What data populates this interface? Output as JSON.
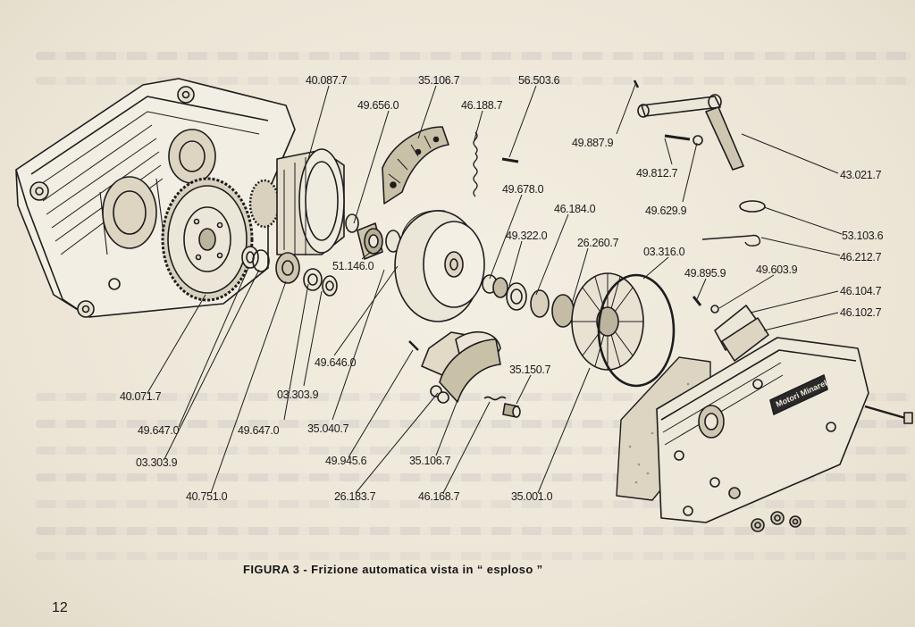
{
  "caption": "FIGURA 3 - Frizione automatica vista in “ esploso ”",
  "page_number": "12",
  "part_labels": [
    "40.087.7",
    "35.106.7",
    "56.503.6",
    "49.656.0",
    "46.188.7",
    "49.887.9",
    "49.812.7",
    "43.021.7",
    "49.678.0",
    "46.184.0",
    "49.629.9",
    "53.103.6",
    "49.322.0",
    "26.260.7",
    "03.316.0",
    "46.212.7",
    "51.146.0",
    "49.895.9",
    "49.603.9",
    "46.104.7",
    "46.102.7",
    "49.646.0",
    "35.150.7",
    "40.071.7",
    "03.303.9",
    "35.040.7",
    "49.647.0",
    "49.647.0",
    "49.945.6",
    "35.106.7",
    "03.303.9",
    "40.751.0",
    "26.183.7",
    "46.168.7",
    "35.001.0"
  ],
  "cover_badge": "Motori Minarelli"
}
